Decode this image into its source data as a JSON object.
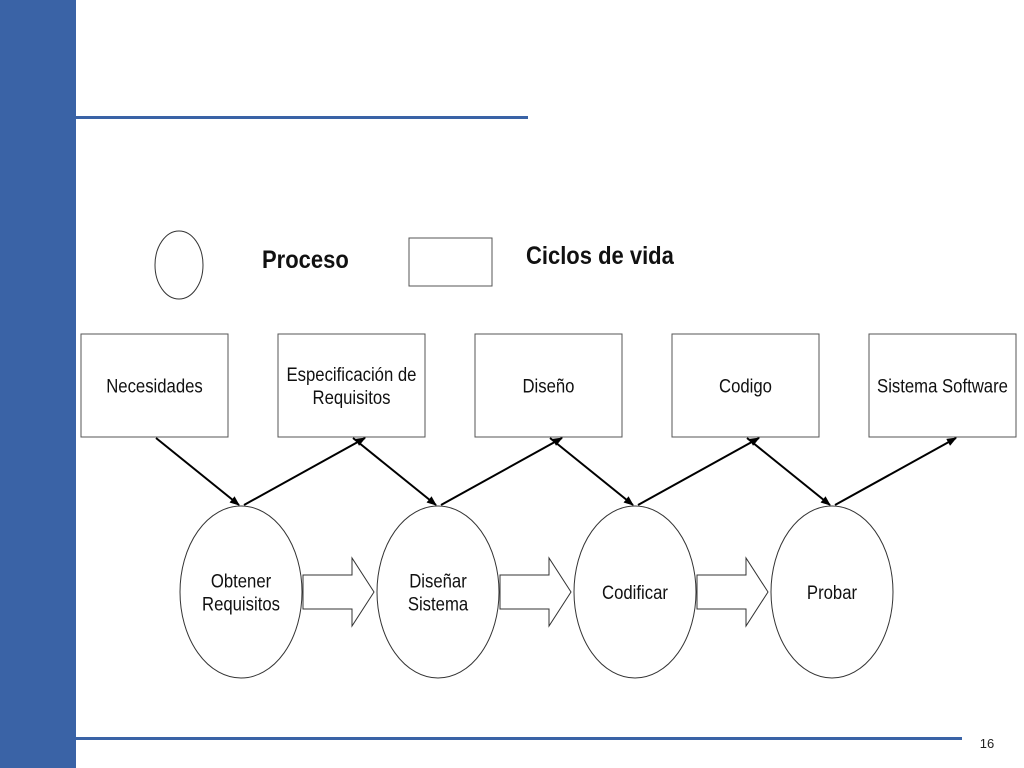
{
  "legend": {
    "process_label": "Proceso",
    "lifecycle_label": "Ciclos de vida"
  },
  "artifacts": [
    {
      "lines": [
        "Necesidades"
      ]
    },
    {
      "lines": [
        "Especificación de",
        "Requisitos"
      ]
    },
    {
      "lines": [
        "Diseño"
      ]
    },
    {
      "lines": [
        "Codigo"
      ]
    },
    {
      "lines": [
        "Sistema Software"
      ]
    }
  ],
  "processes": [
    {
      "lines": [
        "Obtener",
        "Requisitos"
      ]
    },
    {
      "lines": [
        "Diseñar",
        "Sistema"
      ]
    },
    {
      "lines": [
        "Codificar"
      ]
    },
    {
      "lines": [
        "Probar"
      ]
    }
  ],
  "page_number": "16",
  "colors": {
    "accent": "#3a63a6"
  }
}
